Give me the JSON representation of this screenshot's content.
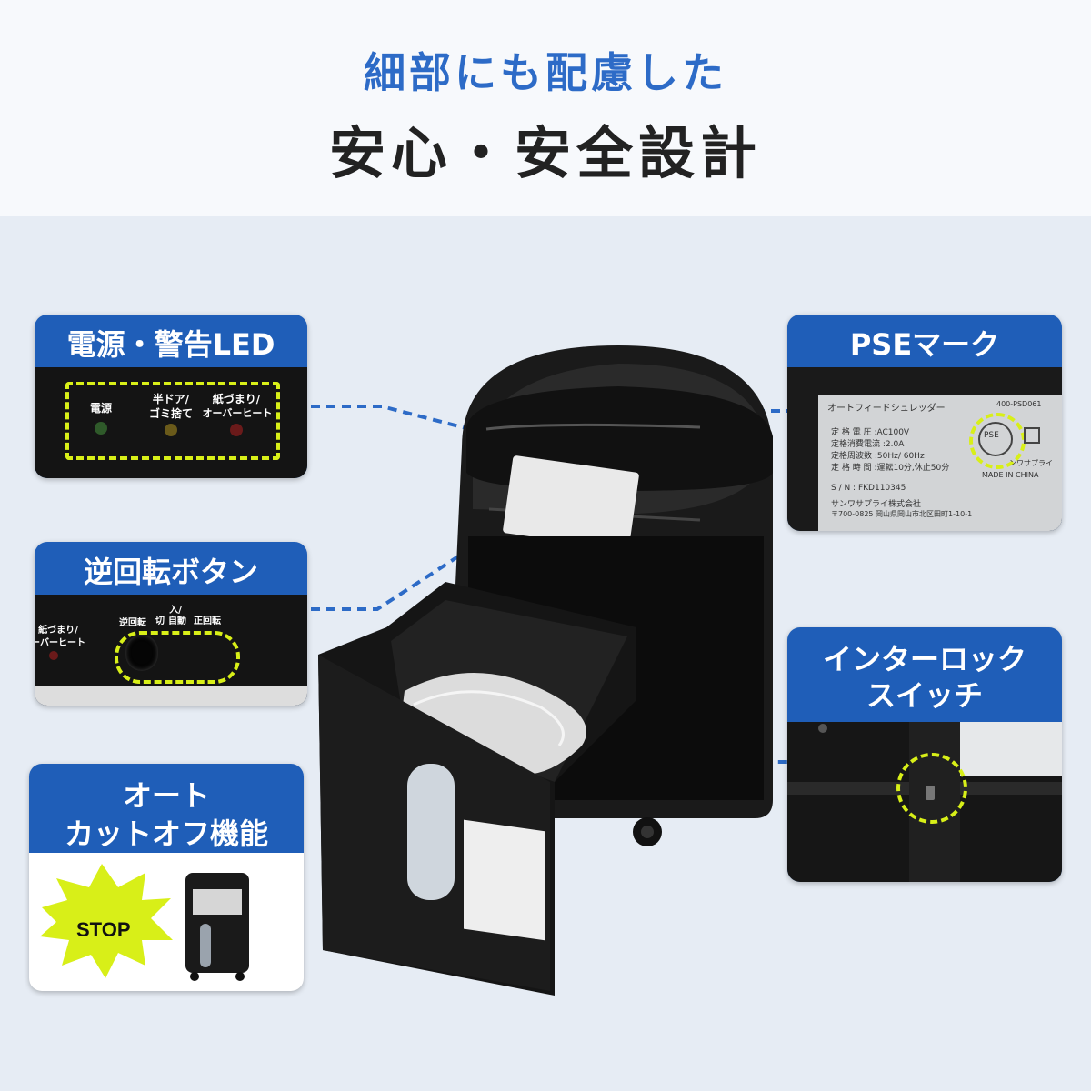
{
  "colors": {
    "accent_blue": "#2d6bc7",
    "card_header_blue": "#1f5eb8",
    "highlight_green": "#d8ef18",
    "dark_text": "#222222",
    "stage_bg": "#e6ecf4"
  },
  "header": {
    "subtitle": "細部にも配慮した",
    "title": "安心・安全設計"
  },
  "cards": {
    "led": {
      "title": "電源・警告LED",
      "labels": {
        "power": "電源",
        "door_line1": "半ドア/",
        "door_line2": "ゴミ捨て",
        "jam_line1": "紙づまり/",
        "jam_line2": "オーバーヒート"
      }
    },
    "reverse": {
      "title": "逆回転ボタン",
      "labels": {
        "reverse": "逆回転",
        "off": "切",
        "on_line1": "入/",
        "on_line2": "自動",
        "forward": "正回転",
        "jam_line1": "紙づまり/",
        "jam_line2": "ーバーヒート"
      }
    },
    "autocut": {
      "title_line1": "オート",
      "title_line2": "カットオフ機能",
      "stop_label": "STOP"
    },
    "pse": {
      "title": "PSEマーク",
      "plate": {
        "product": "オートフィードシュレッダー",
        "model": "400-PSD061",
        "voltage": "定 格 電 圧 :AC100V",
        "current": "定格消費電流 :2.0A",
        "frequency": "定格周波数 :50Hz/ 60Hz",
        "time": "定 格 時 間 :運転10分,休止50分",
        "mark": "PSE",
        "made_in": "MADE IN CHINA",
        "serial": "S / N :  FKD110345",
        "company": "サンワサプライ株式会社",
        "address": "〒700-0825 岡山県岡山市北区田町1-10-1",
        "maker_partial": "ンワサプライ"
      }
    },
    "interlock": {
      "title_line1": "インターロック",
      "title_line2": "スイッチ"
    }
  }
}
